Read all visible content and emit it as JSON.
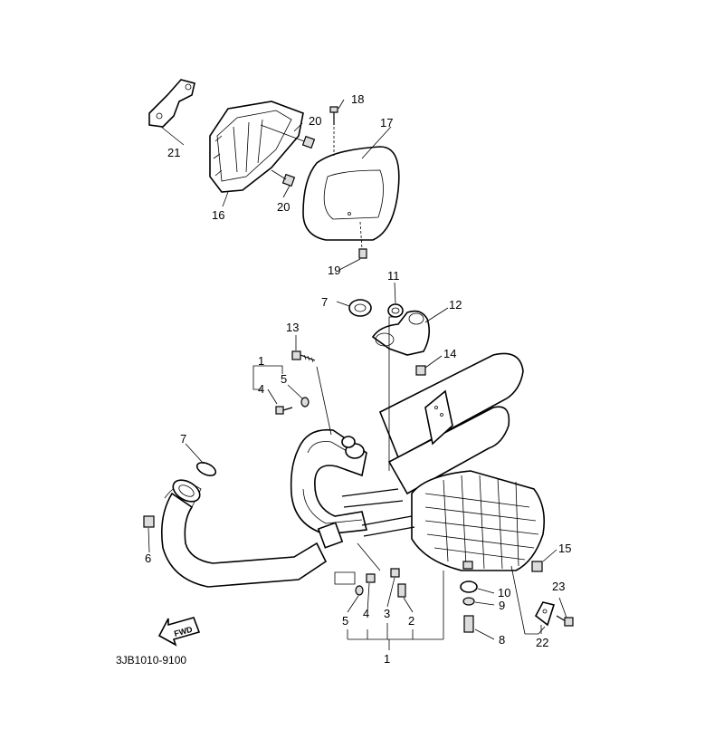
{
  "diagram": {
    "part_code": "3JB1010-9100",
    "direction_label": "FWD",
    "callouts": [
      "1",
      "2",
      "3",
      "4",
      "5",
      "6",
      "7",
      "8",
      "9",
      "10",
      "11",
      "12",
      "13",
      "14",
      "15",
      "16",
      "17",
      "18",
      "19",
      "20",
      "21",
      "22",
      "23"
    ]
  }
}
